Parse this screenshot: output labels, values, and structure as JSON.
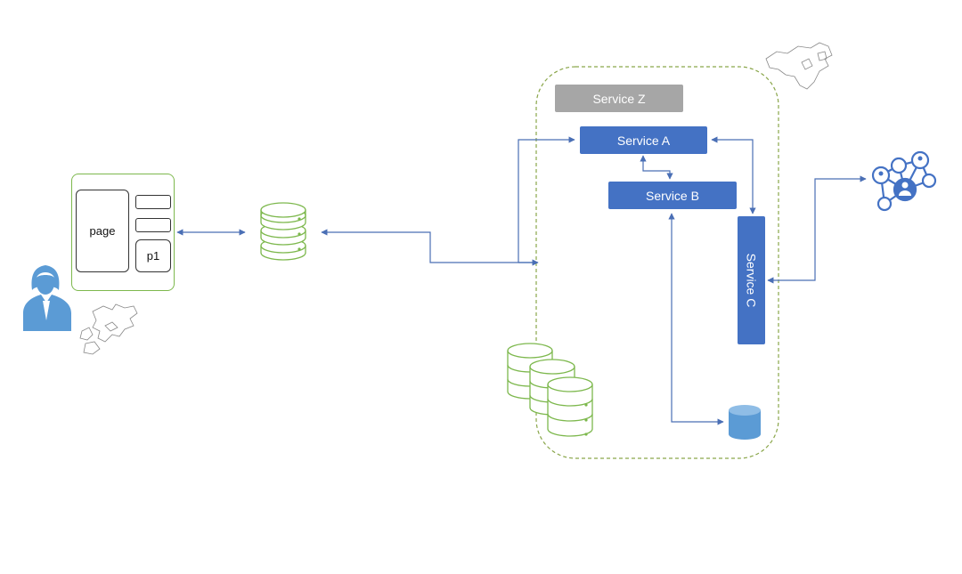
{
  "client": {
    "page_label": "page",
    "fragment_label": "p1"
  },
  "services": {
    "service_z": "Service Z",
    "service_a": "Service A",
    "service_b": "Service B",
    "service_c": "Service C"
  },
  "colors": {
    "service_active": "#4472c4",
    "service_inactive": "#a6a6a6",
    "connector": "#4a6fb5",
    "boundary": "#8aa64a",
    "storage": "#7db84d",
    "database": "#5b9bd5"
  },
  "icons": [
    "user-icon",
    "map-icon",
    "database-icon",
    "network-icon"
  ]
}
